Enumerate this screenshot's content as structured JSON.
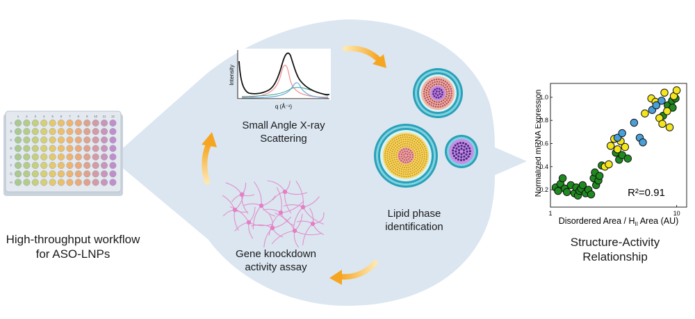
{
  "plate": {
    "caption_line1": "High-throughput workflow",
    "caption_line2": "for ASO-LNPs",
    "column_numbers": [
      "1",
      "2",
      "3",
      "4",
      "5",
      "6",
      "7",
      "8",
      "9",
      "10",
      "11",
      "12"
    ],
    "row_letters": [
      "A",
      "B",
      "C",
      "D",
      "E",
      "F",
      "G",
      "H"
    ]
  },
  "saxs": {
    "caption_line1": "Small Angle X-ray",
    "caption_line2": "Scattering",
    "ylabel": "Intensity",
    "xlabel": "q (Å⁻¹)"
  },
  "lipid": {
    "caption_line1": "Lipid phase",
    "caption_line2": "identification"
  },
  "knockdown": {
    "caption_line1": "Gene knockdown",
    "caption_line2": "activity assay"
  },
  "sar": {
    "caption_line1": "Structure-Activity",
    "caption_line2": "Relationship"
  },
  "colors": {
    "bubble": "#dbe6f1",
    "arrow": "#f7b634",
    "green": "#1f8a1f",
    "yellow": "#f4e61c",
    "blue": "#4a9fd8",
    "neuron": "#e47fc4"
  },
  "chart_data": {
    "type": "scatter",
    "xlabel": "Disordered Area / H",
    "xlabel_sub": "II",
    "xlabel_suffix": " Area (AU)",
    "ylabel": "Normalized mRNA Expression",
    "xscale": "log",
    "xlim": [
      1,
      12
    ],
    "ylim": [
      0.05,
      1.12
    ],
    "x_ticks": [
      "1",
      "10"
    ],
    "y_ticks": [
      "0.2",
      "0.4",
      "0.6",
      "0.8",
      "1.0"
    ],
    "annotation": "R²=0.91",
    "series": [
      {
        "color": "green",
        "points": [
          [
            1.1,
            0.22
          ],
          [
            1.15,
            0.19
          ],
          [
            1.2,
            0.25
          ],
          [
            1.25,
            0.3
          ],
          [
            1.3,
            0.21
          ],
          [
            1.35,
            0.18
          ],
          [
            1.45,
            0.24
          ],
          [
            1.55,
            0.17
          ],
          [
            1.6,
            0.22
          ],
          [
            1.65,
            0.15
          ],
          [
            1.7,
            0.19
          ],
          [
            1.75,
            0.21
          ],
          [
            1.8,
            0.24
          ],
          [
            1.9,
            0.17
          ],
          [
            2.0,
            0.2
          ],
          [
            2.1,
            0.16
          ],
          [
            2.2,
            0.3
          ],
          [
            2.25,
            0.35
          ],
          [
            2.3,
            0.24
          ],
          [
            2.4,
            0.28
          ],
          [
            2.45,
            0.32
          ],
          [
            2.55,
            0.41
          ],
          [
            3.3,
            0.52
          ],
          [
            3.5,
            0.46
          ],
          [
            3.7,
            0.5
          ],
          [
            4.1,
            0.47
          ],
          [
            8.5,
            0.93
          ],
          [
            9.2,
            0.97
          ],
          [
            9.3,
            0.91
          ],
          [
            9.8,
            0.99
          ],
          [
            7.8,
            0.84
          ]
        ]
      },
      {
        "color": "yellow",
        "points": [
          [
            2.7,
            0.4
          ],
          [
            2.9,
            0.42
          ],
          [
            3.0,
            0.58
          ],
          [
            3.2,
            0.64
          ],
          [
            3.4,
            0.55
          ],
          [
            3.6,
            0.62
          ],
          [
            3.9,
            0.57
          ],
          [
            5.6,
            0.86
          ],
          [
            6.3,
            0.99
          ],
          [
            6.8,
            0.96
          ],
          [
            7.3,
            0.82
          ],
          [
            7.7,
            0.77
          ],
          [
            8.0,
            1.04
          ],
          [
            8.4,
            0.88
          ],
          [
            8.8,
            0.74
          ],
          [
            9.5,
            1.01
          ],
          [
            10.0,
            1.06
          ]
        ]
      },
      {
        "color": "blue",
        "points": [
          [
            3.4,
            0.65
          ],
          [
            3.7,
            0.69
          ],
          [
            4.6,
            0.78
          ],
          [
            5.1,
            0.65
          ],
          [
            5.4,
            0.61
          ],
          [
            6.4,
            0.89
          ],
          [
            6.9,
            0.93
          ],
          [
            7.6,
            0.97
          ]
        ]
      }
    ]
  }
}
